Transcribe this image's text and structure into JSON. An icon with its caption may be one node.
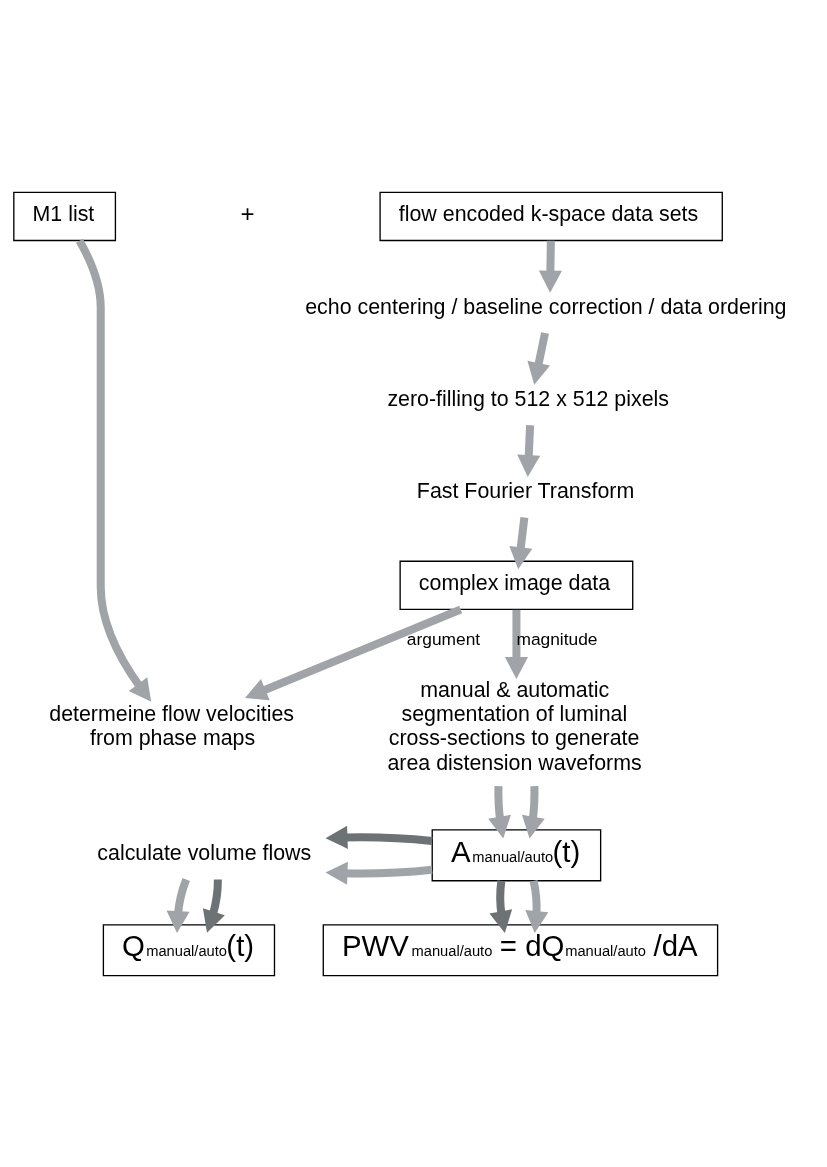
{
  "diagram": {
    "nodes": [
      {
        "text": [
          "M1 list"
        ]
      },
      {
        "text": [
          "flow encoded k-space data sets"
        ]
      },
      {
        "text": [
          "echo centering / baseline correction / data ordering"
        ]
      },
      {
        "text": [
          "zero-filling to 512 x 512 pixels"
        ]
      },
      {
        "text": [
          "Fast Fourier Transform"
        ]
      },
      {
        "text": [
          "complex image data"
        ]
      },
      {
        "text": [
          "determeine flow velocities from phase maps"
        ]
      },
      {
        "text": [
          "manual & automatic segmentation of luminal cross-sections to generate area distension waveforms"
        ]
      },
      {
        "text": [
          "calculate volume flows"
        ]
      },
      {
        "text": [
          "A$_{manual/auto}$(t)"
        ]
      },
      {
        "text": [
          "Q$_{manual/auto}$(t)"
        ]
      },
      {
        "text": [
          "PWV$_{manual/auto}$ = dQ$_{manual/auto}$ /dA"
        ]
      }
    ],
    "edges": [
      {
        "from": 0,
        "to": 6,
        "arrow": "to"
      },
      {
        "from": 1,
        "to": 2,
        "arrow": "to"
      },
      {
        "from": 2,
        "to": 3,
        "arrow": "to"
      },
      {
        "from": 3,
        "to": 4,
        "arrow": "to"
      },
      {
        "from": 4,
        "to": 5,
        "arrow": "to"
      },
      {
        "from": 5,
        "to": 6,
        "arrow": "to",
        "label": "argument"
      },
      {
        "from": 5,
        "to": 7,
        "arrow": "to",
        "label": "magnitude"
      },
      {
        "from": 7,
        "to": 9,
        "arrow": "to"
      },
      {
        "from": 7,
        "to": 9,
        "arrow": "to"
      },
      {
        "from": 9,
        "to": 8,
        "arrow": "to"
      },
      {
        "from": 9,
        "to": 8,
        "arrow": "to",
        "color": "#6d7275"
      },
      {
        "from": 8,
        "to": 10,
        "arrow": "to"
      },
      {
        "from": 8,
        "to": 10,
        "arrow": "to",
        "color": "#6d7275"
      },
      {
        "from": 9,
        "to": 11,
        "arrow": "to",
        "color": "#6d7275"
      },
      {
        "from": 9,
        "to": 11,
        "arrow": "to"
      }
    ],
    "labels": [
      "+"
    ]
  }
}
